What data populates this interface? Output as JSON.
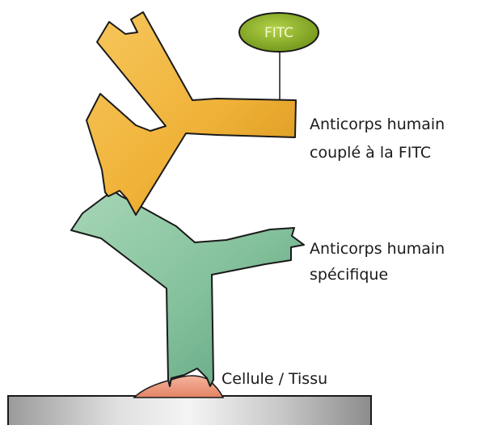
{
  "conjugate": {
    "label": "FITC",
    "color": "#8fb22a"
  },
  "labels": {
    "secondary_antibody": [
      "Anticorps humain",
      "couplé à la FITC"
    ],
    "primary_antibody": [
      "Anticorps humain",
      "spécifique"
    ],
    "substrate": "Cellule / Tissu"
  },
  "colors": {
    "secondary_antibody": "#f0b238",
    "primary_antibody": "#8cc4a2",
    "antigen": "#f09a82",
    "slide": "#b8b8b8",
    "outline": "#1a1a1a"
  }
}
